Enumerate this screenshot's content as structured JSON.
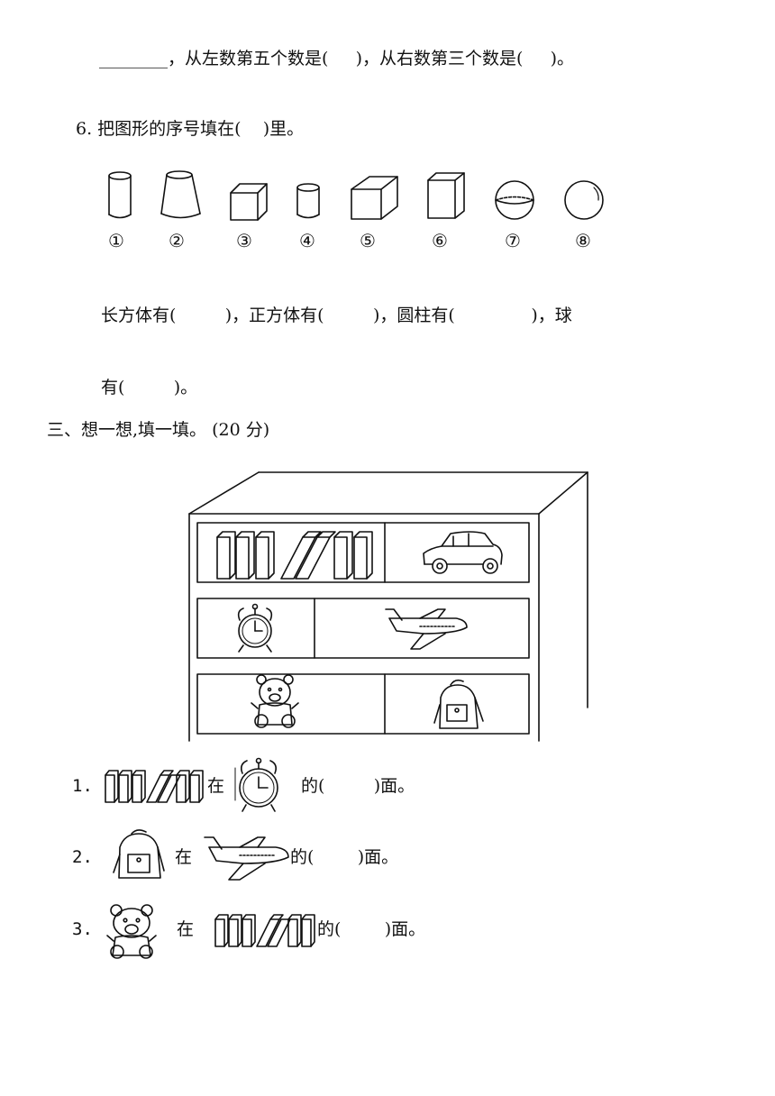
{
  "top_line": {
    "text": "________，从左数第五个数是(     )，从右数第三个数是(     )。"
  },
  "q6": {
    "prompt": "6. 把图形的序号填在(    )里。",
    "shapes": [
      {
        "label": "①",
        "icon": "cylinder-icon"
      },
      {
        "label": "②",
        "icon": "frustum-icon"
      },
      {
        "label": "③",
        "icon": "cube-icon"
      },
      {
        "label": "④",
        "icon": "small-cylinder-icon"
      },
      {
        "label": "⑤",
        "icon": "cuboid-icon"
      },
      {
        "label": "⑥",
        "icon": "tall-cuboid-icon"
      },
      {
        "label": "⑦",
        "icon": "sphere-icon"
      },
      {
        "label": "⑧",
        "icon": "ball-icon"
      }
    ],
    "answer_line1": "长方体有(         )，正方体有(         )，圆柱有(              )，球",
    "answer_line2": "有(         )。"
  },
  "section3": {
    "heading": "三、想一想,填一填。 (20 分)",
    "questions": [
      {
        "num": "1.",
        "word": "在",
        "tail": "的(         )面。"
      },
      {
        "num": "2.",
        "word": "在",
        "tail": "的(        )面。"
      },
      {
        "num": "3.",
        "word": "在",
        "tail": "的(        )面。"
      }
    ]
  }
}
